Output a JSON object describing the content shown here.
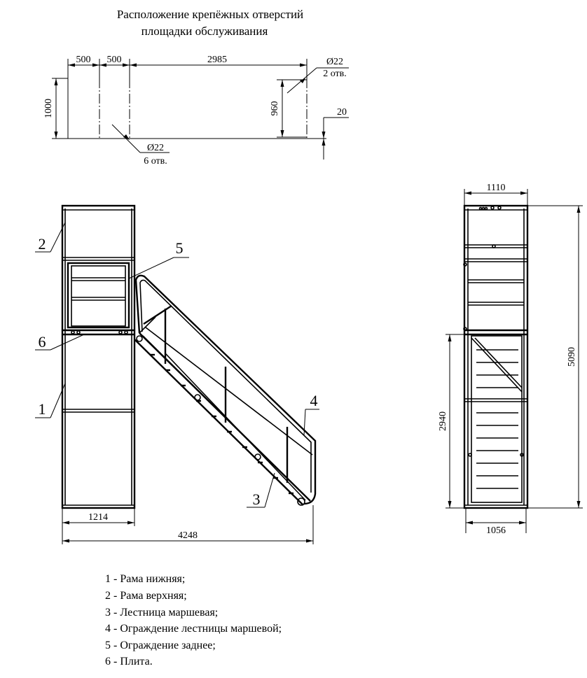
{
  "title": {
    "line1": "Расположение крепёжных отверстий",
    "line2": "площадки обслуживания"
  },
  "hole_plan": {
    "dim_top_1": "500",
    "dim_top_2": "500",
    "dim_top_3": "2985",
    "dim_left": "1000",
    "dim_right": "960",
    "dim_offset": "20",
    "hole_top_dia": "Ø22",
    "hole_top_count": "2 отв.",
    "hole_bottom_dia": "Ø22",
    "hole_bottom_count": "6 отв."
  },
  "front_view": {
    "dim_base": "1214",
    "dim_total": "4248",
    "callouts": [
      "1",
      "2",
      "3",
      "4",
      "5",
      "6"
    ]
  },
  "side_view": {
    "dim_top_width": "1110",
    "dim_bottom_width": "1056",
    "dim_height": "5090",
    "dim_lower_height": "2940"
  },
  "legend": [
    "1 - Рама нижняя;",
    "2 - Рама верхняя;",
    "3 - Лестница маршевая;",
    "4 - Ограждение лестницы маршевой;",
    "5 - Ограждение заднее;",
    "6 - Плита."
  ]
}
